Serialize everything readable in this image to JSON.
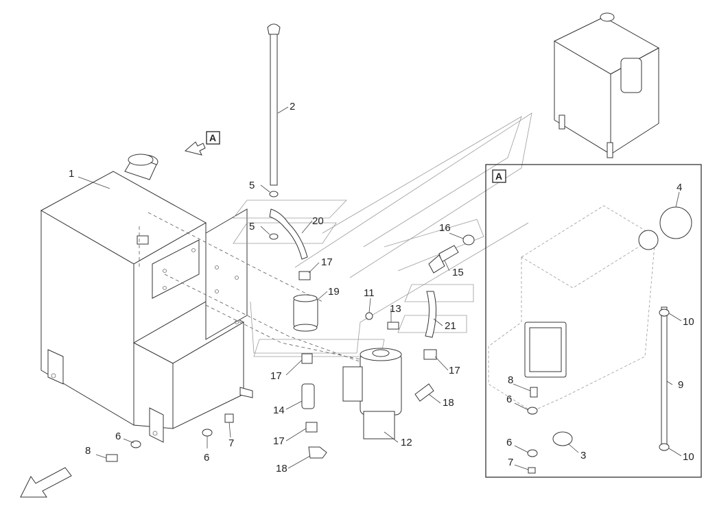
{
  "view_marker": "A",
  "detail_marker": "A",
  "callouts": {
    "c1": "1",
    "c2": "2",
    "c5a": "5",
    "c5b": "5",
    "c20": "20",
    "c17a": "17",
    "c19": "19",
    "c11": "11",
    "c13": "13",
    "c16": "16",
    "c15": "15",
    "c21": "21",
    "c17b": "17",
    "c17c": "17",
    "c18a": "18",
    "c14": "14",
    "c17d": "17",
    "c12": "12",
    "c18b": "18",
    "c6a": "6",
    "c6b": "6",
    "c7a": "7",
    "c8a": "8",
    "c4": "4",
    "c10a": "10",
    "c8b": "8",
    "c6c": "6",
    "c9": "9",
    "c6d": "6",
    "c3": "3",
    "c7b": "7",
    "c10b": "10"
  }
}
